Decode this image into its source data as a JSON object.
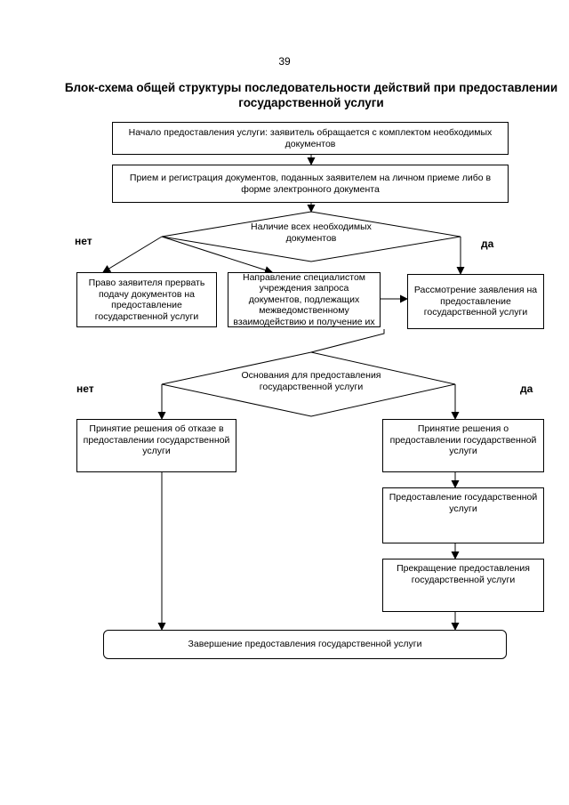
{
  "page_number": "39",
  "title": "Блок-схема общей структуры последовательности действий при предоставлении государственной услуги",
  "nodes": {
    "start": "Начало предоставления услуги: заявитель обращается с комплектом необходимых документов",
    "registration": "Прием и регистрация документов, поданных заявителем на личном приеме либо в форме электронного документа",
    "decision_documents": "Наличие всех необходимых документов",
    "right_to_stop": "Право заявителя прервать подачу документов на предоставление государственной услуги",
    "interagency_request": "Направление специалистом учреждения запроса документов, подлежащих межведомственному взаимодействию и получение их",
    "consideration": "Рассмотрение заявления на предоставление государственной услуги",
    "decision_grounds": "Основания для предоставления государственной услуги",
    "refusal": "Принятие решения об отказе в предоставлении государственной услуги",
    "approval": "Принятие решения о предоставлении государственной услуги",
    "provision": "Предоставление государственной услуги",
    "termination": "Прекращение предоставления государственной услуги",
    "end": "Завершение предоставления государственной услуги"
  },
  "labels": {
    "no_1": "нет",
    "yes_1": "да",
    "no_2": "нет",
    "yes_2": "да"
  }
}
